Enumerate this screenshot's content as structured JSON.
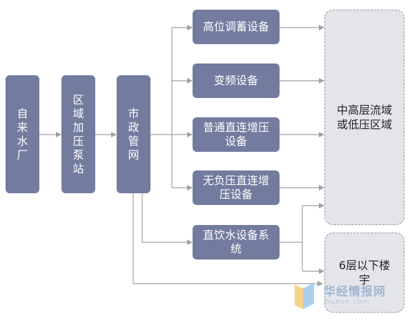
{
  "sources": {
    "waterworks": "自来水厂",
    "booster_station": "区域加压泵站",
    "municipal_network": "市政管网"
  },
  "equipment": {
    "high_tank": "高位调蓄设备",
    "variable_freq": "变频设备",
    "direct_boost": "普通直连增压设备",
    "no_neg_pressure": "无负压直连增压设备",
    "drinking_water": "直饮水设备系统"
  },
  "zones": {
    "mid_high": "中高层流域或低压区域",
    "low_rise": "6层以下楼宇"
  },
  "watermark": {
    "cn": "华经情报网",
    "en": "huaon.com"
  },
  "colors": {
    "box": "#737b9f",
    "zone": "#e4e5ea",
    "connector": "#a0a0a0"
  }
}
